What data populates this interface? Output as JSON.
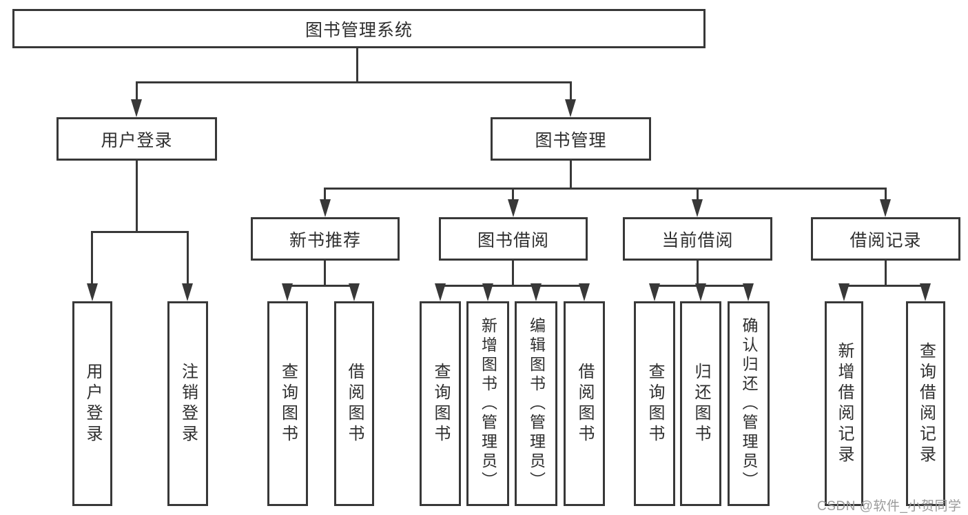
{
  "diagram": {
    "title_node": "图书管理系统",
    "colors": {
      "line": "#383838",
      "text": "#2e2e2e",
      "watermark": "#9b9b9b",
      "background": "#ffffff"
    },
    "nodes": {
      "root": "图书管理系统",
      "user_login": "用户登录",
      "book_management": "图书管理",
      "new_book_recommend": "新书推荐",
      "book_borrow": "图书借阅",
      "current_borrow": "当前借阅",
      "borrow_records": "借阅记录",
      "leaf_user_login": "用户登录",
      "leaf_logout": "注销登录",
      "leaf_recommend_query": "查询图书",
      "leaf_recommend_borrow": "借阅图书",
      "leaf_borrow_query": "查询图书",
      "leaf_borrow_add": "新增图书（管理员）",
      "leaf_borrow_edit": "编辑图书（管理员）",
      "leaf_borrow_borrow": "借阅图书",
      "leaf_current_query": "查询图书",
      "leaf_current_return": "归还图书",
      "leaf_current_confirm": "确认归还（管理员）",
      "leaf_records_add": "新增借阅记录",
      "leaf_records_query": "查询借阅记录"
    }
  },
  "watermark": {
    "text": "CSDN @软件_小贺同学"
  }
}
